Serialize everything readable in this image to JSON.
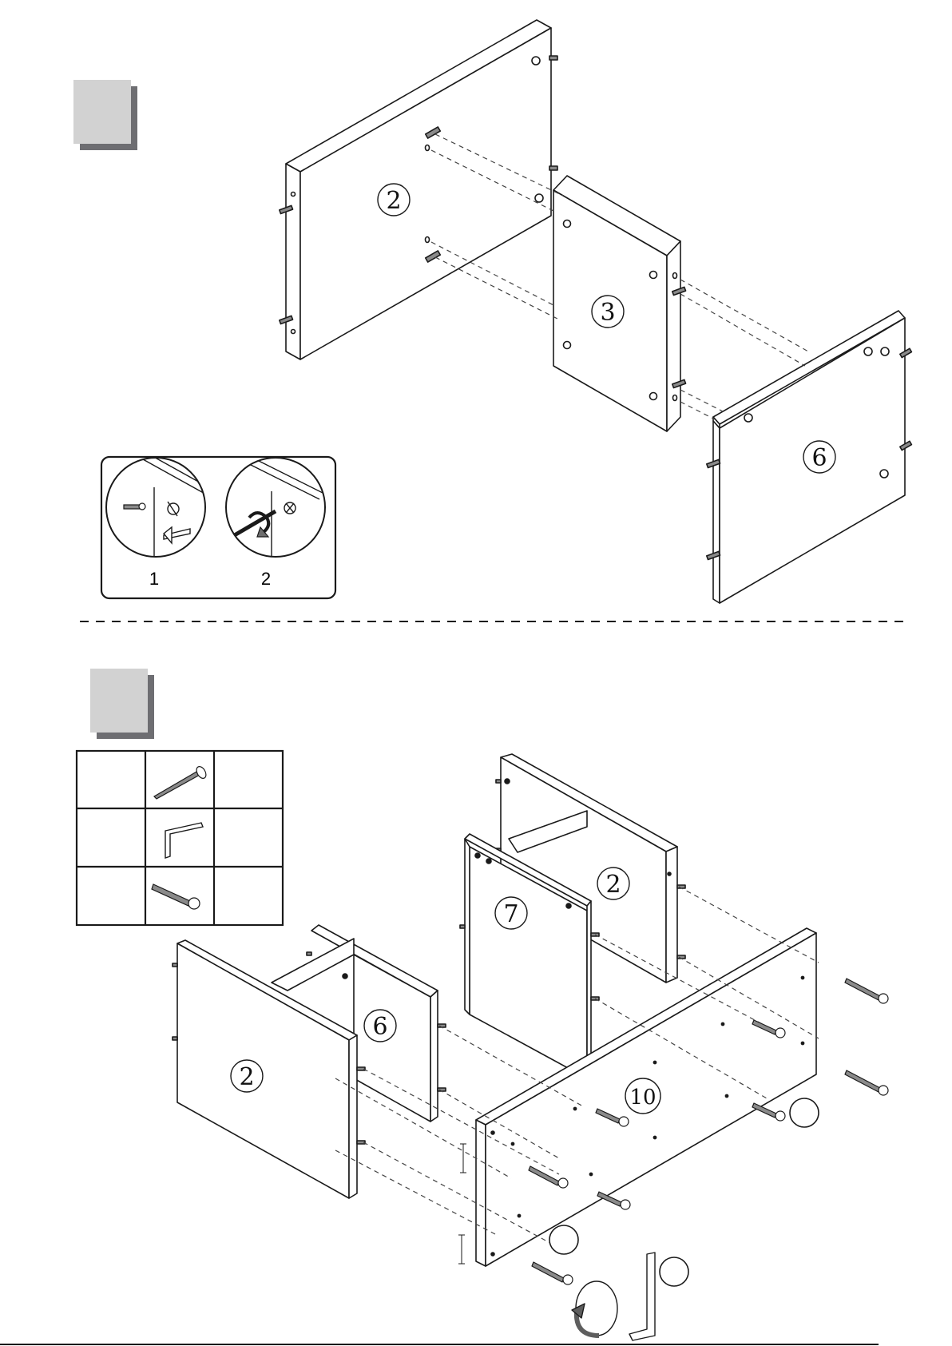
{
  "colors": {
    "line": "#1a1a1a",
    "step_box": "#d2d2d2",
    "step_shadow": "#6e6e72",
    "screw_fill": "#8a8a8a"
  },
  "step_one": {
    "part_labels": [
      "2",
      "3",
      "6"
    ],
    "inset": {
      "labels": [
        "1",
        "2"
      ]
    }
  },
  "step_two": {
    "hardware_icons": [
      "long-screw-icon",
      "allen-key-icon",
      "short-screw-icon"
    ],
    "part_labels": [
      "2",
      "7",
      "2",
      "6",
      "10"
    ]
  }
}
